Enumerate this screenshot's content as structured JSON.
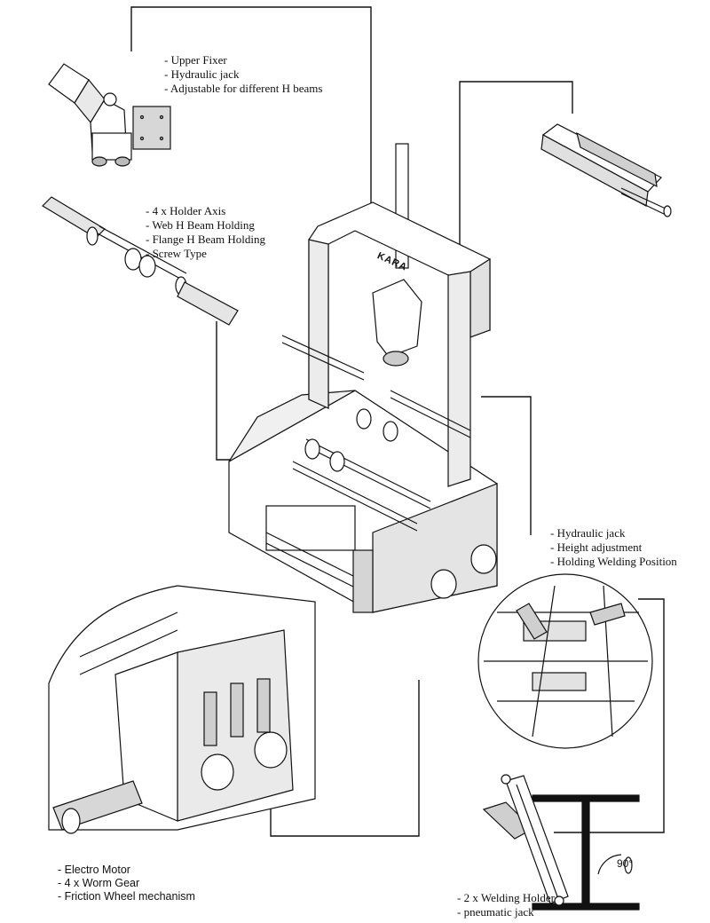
{
  "brand": "KARA",
  "angle_label": "90°",
  "callouts": {
    "upper_fixer": [
      "- Upper Fixer",
      "- Hydraulic jack",
      "- Adjustable for different H beams"
    ],
    "holder_axis": [
      "- 4 x Holder Axis",
      "- Web H Beam Holding",
      "- Flange H Beam Holding",
      "- Screw Type"
    ],
    "height_adjust": [
      "- Hydraulic jack",
      "- Height adjustment",
      "- Holding Welding Position"
    ],
    "motor": [
      "- Electro Motor",
      "- 4 x Worm Gear",
      "- Friction Wheel mechanism"
    ],
    "welding_holder": [
      "- 2 x Welding Holder",
      "- pneumatic jack"
    ]
  }
}
